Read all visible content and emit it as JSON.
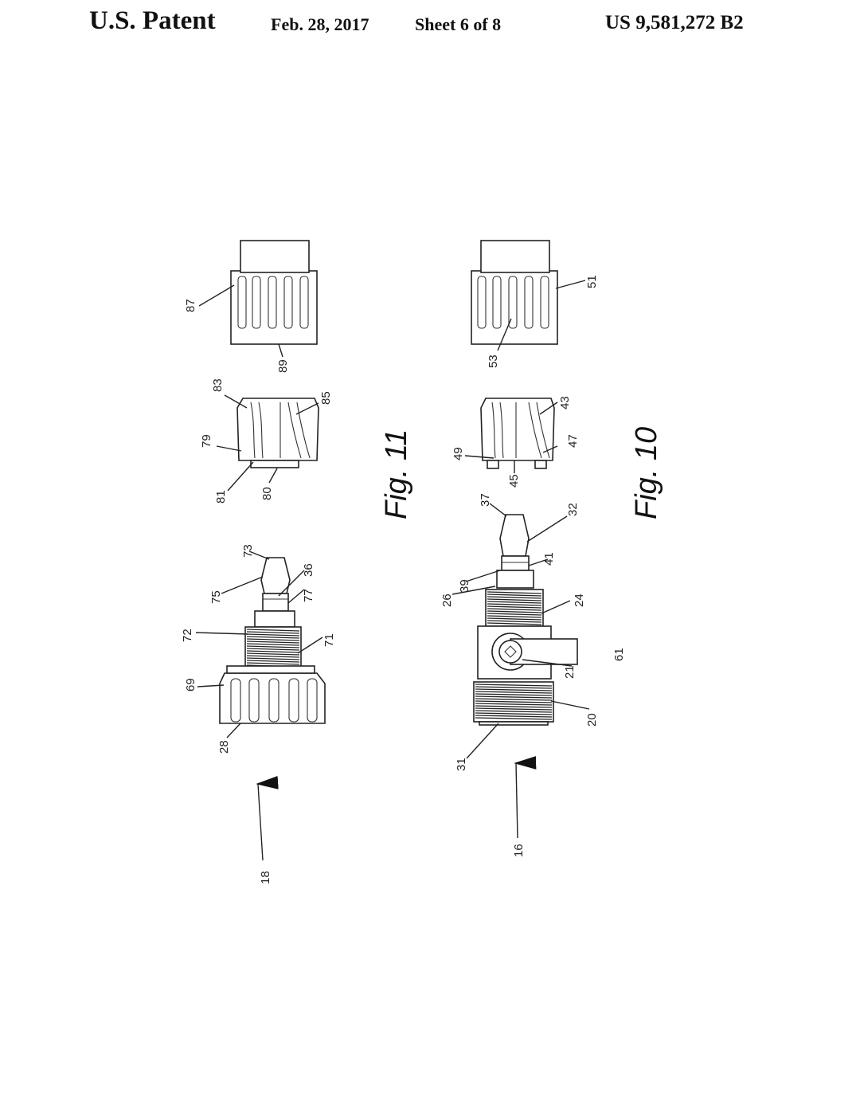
{
  "header": {
    "left": "U.S. Patent",
    "date": "Feb. 28, 2017",
    "sheet": "Sheet 6 of 8",
    "number": "US 9,581,272 B2"
  },
  "figures": {
    "fig11": "Fig. 11",
    "fig10": "Fig. 10"
  },
  "labels": {
    "l87": "87",
    "l89": "89",
    "l83": "83",
    "l85": "85",
    "l79": "79",
    "l81": "81",
    "l80": "80",
    "l73": "73",
    "l75": "75",
    "l36": "36",
    "l77": "77",
    "l72": "72",
    "l71": "71",
    "l69": "69",
    "l28": "28",
    "l18": "18",
    "l51": "51",
    "l53": "53",
    "l43": "43",
    "l49": "49",
    "l47": "47",
    "l45": "45",
    "l37": "37",
    "l32": "32",
    "l41": "41",
    "l39": "39",
    "l26": "26",
    "l24": "24",
    "l61": "61",
    "l21": "21",
    "l20": "20",
    "l31": "31",
    "l16": "16"
  }
}
